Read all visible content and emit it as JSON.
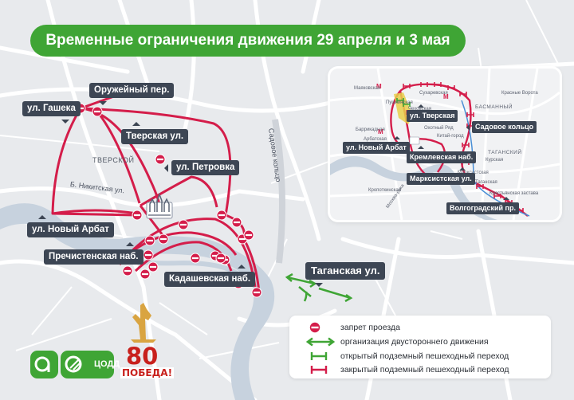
{
  "title": "Временные ограничения движения 29 апреля и 3 мая",
  "streets_main": {
    "oruzheyny": "Оружейный пер.",
    "gasheka": "ул. Гашека",
    "tverskaya": "Тверская ул.",
    "petrovka": "ул. Петровка",
    "noviy_arbat": "ул. Новый Арбат",
    "prechistenskaya": "Пречистенская наб.",
    "kadashevskaya": "Кадашевская наб.",
    "taganskaya": "Таганская ул."
  },
  "map_labels": {
    "tverskoy": "ТВЕРСКОЙ",
    "nikitskaya": "Б. Никитская ул.",
    "sadovoe": "Садовое кольцо"
  },
  "inset": {
    "tverskaya": "ул. Тверская",
    "sadovoe": "Садовое кольцо",
    "noviy_arbat": "ул. Новый Арбат",
    "kremlevskaya": "Кремлевская наб.",
    "marksistskaya": "Марксистская ул.",
    "volgogradsky": "Волгоградский пр.",
    "basmanny": "БАСМАННЫЙ",
    "tagansky": "ТАГАНСКИЙ",
    "small": [
      "Маяковская",
      "Пушкинская",
      "Чеховская",
      "Сухаревская",
      "Красные Ворота",
      "Охотный Ряд",
      "Китай-город",
      "Баррикадная",
      "Арбатская",
      "Курская",
      "Таганская",
      "Марксистская",
      "Крестьянская застава",
      "Кропоткинская",
      "Москва-река"
    ]
  },
  "legend": {
    "items": [
      {
        "icon": "no-entry-icon",
        "label": "запрет проезда"
      },
      {
        "icon": "two-way-arrow-icon",
        "label": "организация двустороннего движения"
      },
      {
        "icon": "open-underpass-icon",
        "label": "открытый подземный пешеходный переход"
      },
      {
        "icon": "closed-underpass-icon",
        "label": "закрытый подземный пешеходный переход"
      }
    ]
  },
  "logos": {
    "codd": "ЦОДД",
    "pobeda_number": "80",
    "pobeda_word": "ПОБЕДА!"
  },
  "colors": {
    "route": "#d41d4a",
    "banner": "#3fa535",
    "open_underpass": "#3fa535",
    "tag": "#3d4654"
  }
}
